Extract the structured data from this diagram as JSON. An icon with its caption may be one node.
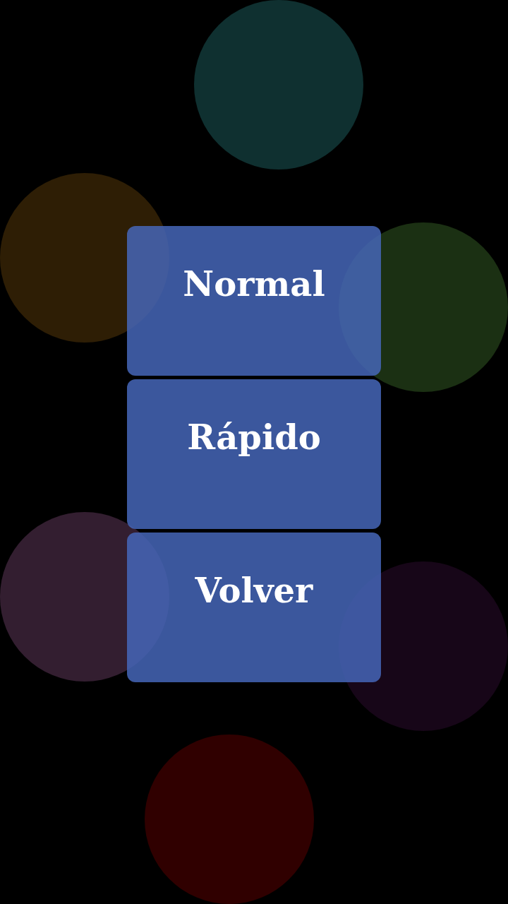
{
  "diagram": {
    "nodes": [
      {
        "text": [
          "Normal"
        ]
      },
      {
        "text": [
          "Rápido"
        ]
      },
      {
        "text": [
          "Volver"
        ]
      }
    ]
  }
}
